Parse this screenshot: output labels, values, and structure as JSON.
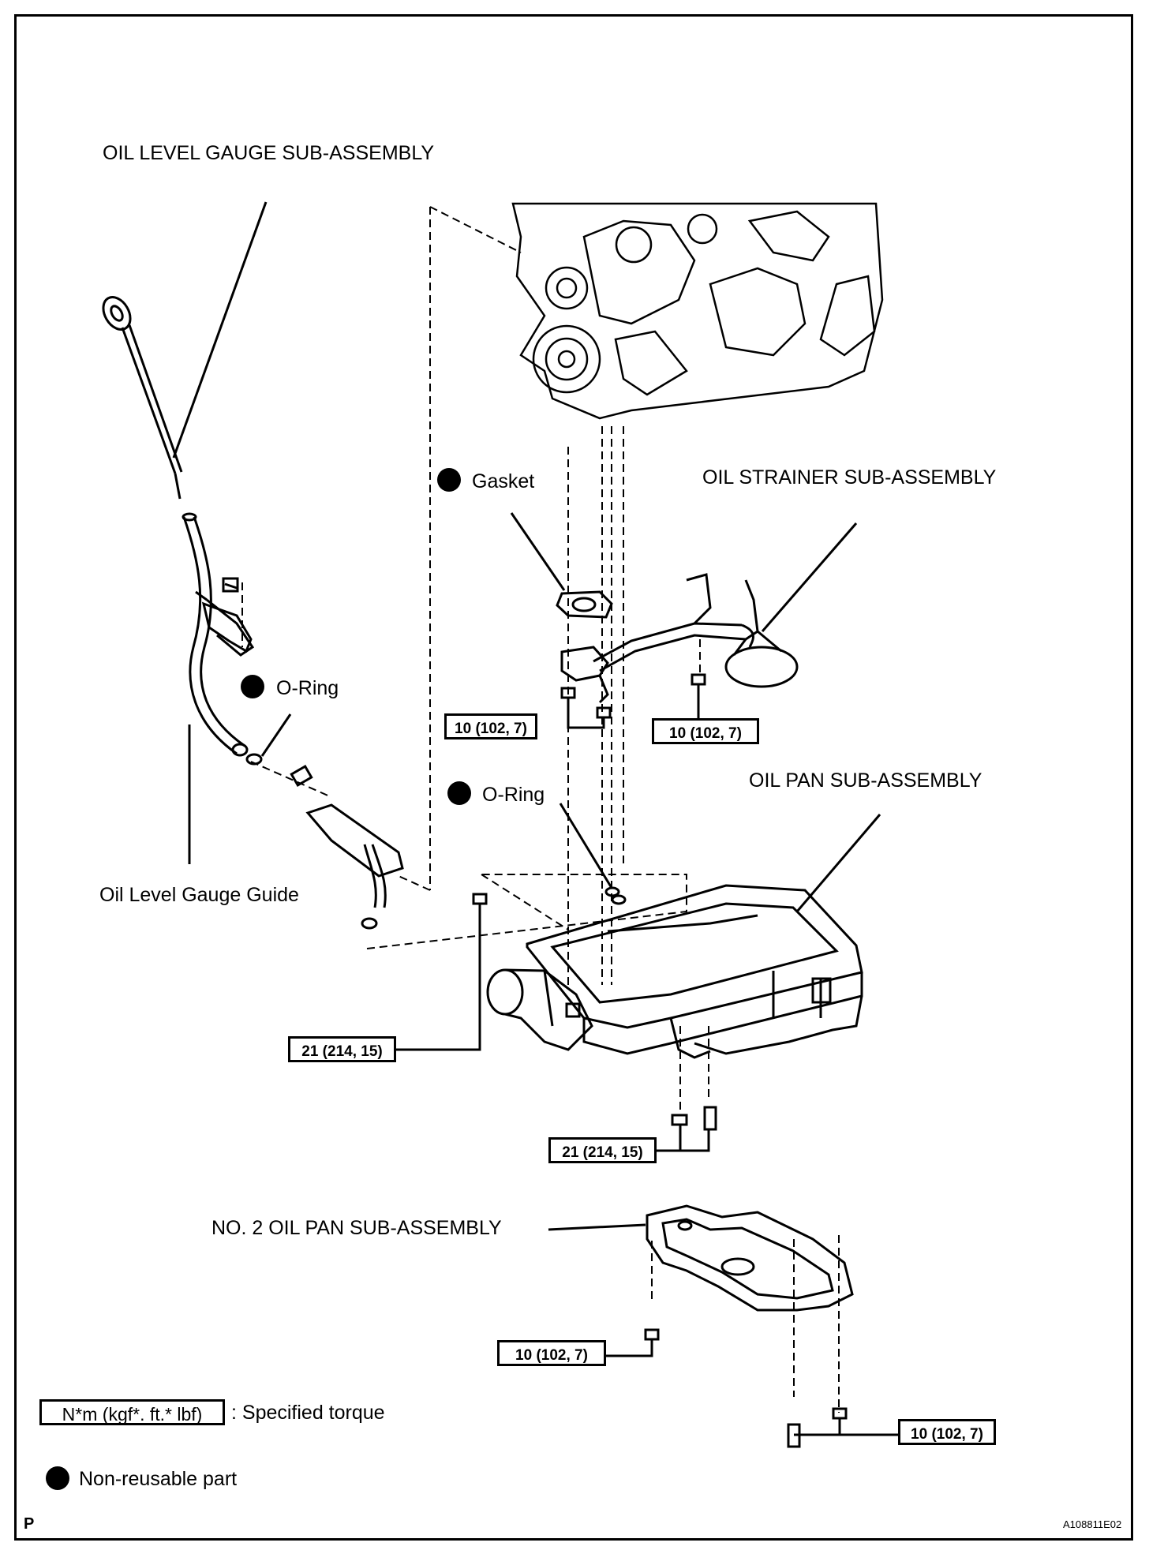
{
  "labels": {
    "oil_level_gauge": "OIL LEVEL GAUGE SUB-ASSEMBLY",
    "gasket": "Gasket",
    "oil_strainer": "OIL STRAINER SUB-ASSEMBLY",
    "o_ring_left": "O-Ring",
    "o_ring_center": "O-Ring",
    "oil_pan": "OIL PAN SUB-ASSEMBLY",
    "gauge_guide": "Oil Level Gauge Guide",
    "no2_oil_pan": "NO. 2 OIL PAN SUB-ASSEMBLY"
  },
  "torques": {
    "strainer_left": "10 (102, 7)",
    "strainer_right": "10 (102, 7)",
    "pan_left": "21 (214, 15)",
    "pan_bottom": "21 (214, 15)",
    "no2_left": "10 (102, 7)",
    "no2_right": "10 (102, 7)"
  },
  "legend": {
    "torque_box": "N*m (kgf*. ft.* lbf)",
    "torque_desc": ": Specified torque",
    "nonreusable": "Non-reusable part"
  },
  "footer": {
    "left_mark": "P",
    "figure_id": "A108811E02"
  }
}
